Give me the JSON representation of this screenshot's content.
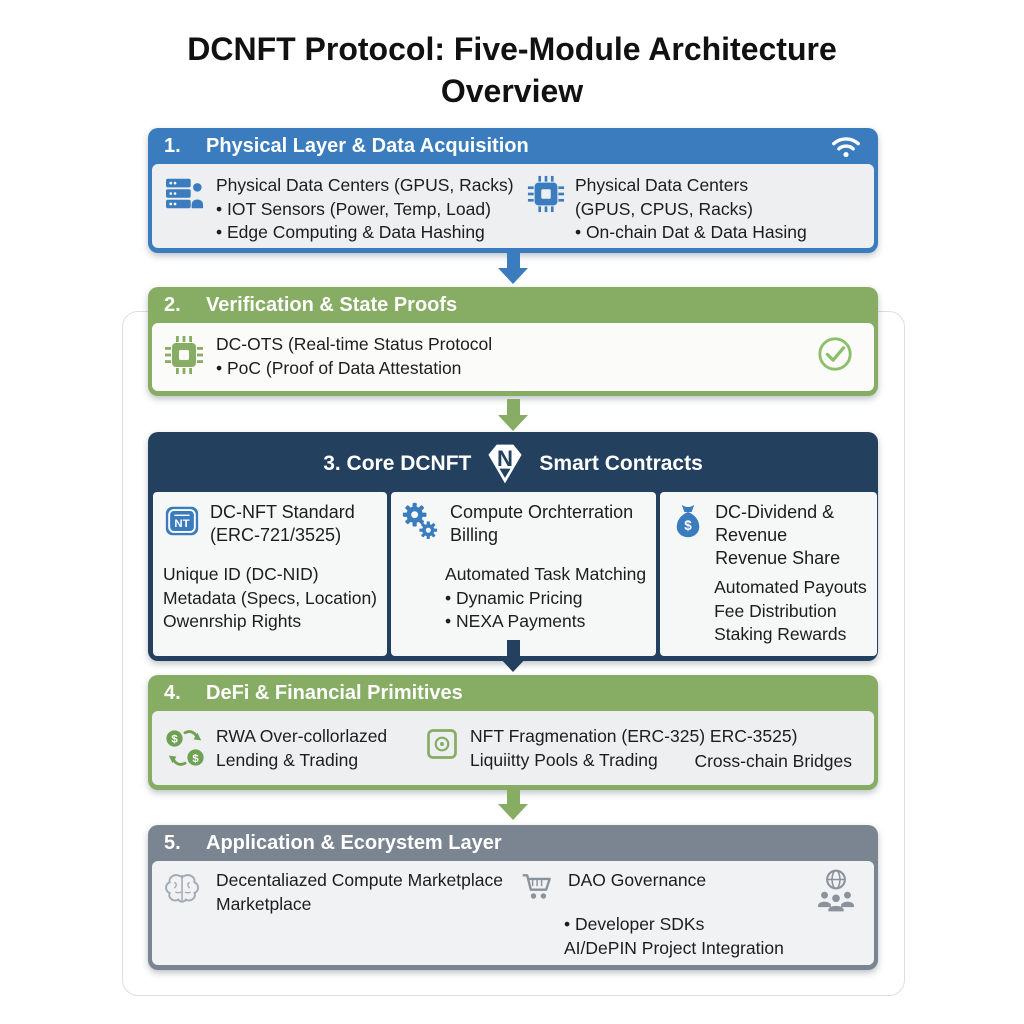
{
  "title": {
    "line1": "DCNFT Protocol: Five-Module Architecture",
    "line2": "Overview"
  },
  "colors": {
    "blue": "#3a7cbd",
    "green": "#86ad63",
    "navy": "#24405f",
    "gray": "#7a8591",
    "check_green": "#8cbf6a",
    "body_gray": "#edeff1"
  },
  "icon_text": {
    "nft_badge": "NT",
    "dollar": "$"
  },
  "module1": {
    "number": "1.",
    "title": "Physical Layer & Data Acquisition",
    "header_icon": "wifi-icon",
    "left": {
      "icon": "server-rack-icon",
      "line1": "Physical Data Centers (GPUS, Racks)",
      "line2": "• IOT Sensors (Power, Temp, Load)",
      "line3": "• Edge Computing & Data Hashing"
    },
    "right": {
      "icon": "chip-icon",
      "line1": "Physical Data Centers",
      "line2": "(GPUS, CPUS, Racks)",
      "line3": "• On-chain Dat & Data Hasing"
    }
  },
  "module2": {
    "number": "2.",
    "title": "Verification & State Proofs",
    "icon": "chip-icon",
    "line1": "DC-OTS (Real-time Status Protocol",
    "line2": "• PoC (Proof of Data Attestation",
    "status_icon": "check-circle-icon"
  },
  "module3": {
    "title_prefix": "3. Core DCNFT",
    "title_suffix": "Smart Contracts",
    "logo": "dcnft-logo",
    "card1": {
      "icon": "nft-badge-icon",
      "title1": "DC-NFT Standard",
      "title2": "(ERC-721/3525)",
      "line1": "Unique ID (DC-NID)",
      "line2": "Metadata (Specs, Location)",
      "line3": "Owenrship Rights"
    },
    "card2": {
      "icon": "gears-icon",
      "title1": "Compute Orchterration",
      "title2": "Billing",
      "line1": "Automated Task Matching",
      "line2": "• Dynamic Pricing",
      "line3": "• NEXA Payments"
    },
    "card3": {
      "icon": "money-bag-icon",
      "title1": "DC-Dividend & Revenue",
      "title2": "Revenue Share",
      "line1": "Automated Payouts",
      "line2": "Fee Distribution",
      "line3": "Staking Rewards"
    }
  },
  "module4": {
    "number": "4.",
    "title": "DeFi & Financial Primitives",
    "group1": {
      "icon": "exchange-icon",
      "line1": "RWA Over-collorlazed",
      "line2": "Lending & Trading"
    },
    "group2": {
      "icon": "vault-icon",
      "line1": "NFT Fragmenation (ERC-325) ERC-3525)",
      "line2": "Liquiitty Pools & Trading"
    },
    "group3": {
      "line1": "Cross-chain Bridges"
    }
  },
  "module5": {
    "number": "5.",
    "title": "Application & Ecorystem Layer",
    "group1": {
      "icon": "brain-icon",
      "line1": "Decentaliazed Compute Marketplace",
      "line2": "Marketplace"
    },
    "group2": {
      "icon": "cart-icon",
      "title": "DAO Governance",
      "sub1": "• Developer SDKs",
      "sub2": "AI/DePIN Project Integration"
    },
    "group3": {
      "icon": "globe-users-icon"
    }
  }
}
